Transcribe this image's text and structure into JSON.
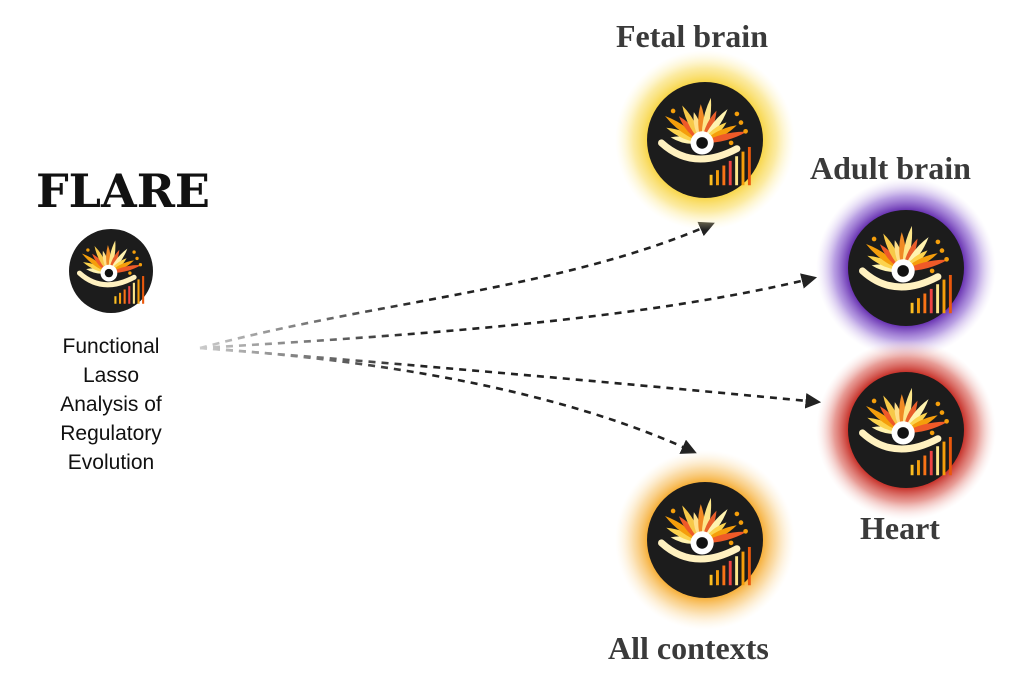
{
  "diagram": {
    "source": {
      "title": "FLARE",
      "subtitle_lines": [
        "Functional",
        "Lasso",
        "Analysis of",
        "Regulatory",
        "Evolution"
      ]
    },
    "targets": [
      {
        "id": "fetal-brain",
        "label": "Fetal brain",
        "glow": "#f7d23a"
      },
      {
        "id": "adult-brain",
        "label": "Adult brain",
        "glow": "#6a2bb8"
      },
      {
        "id": "heart",
        "label": "Heart",
        "glow": "#c8261c"
      },
      {
        "id": "all-contexts",
        "label": "All contexts",
        "glow": "#f5a623"
      }
    ],
    "icon": {
      "name": "flare-logo-icon",
      "background": "#1c1c1c"
    },
    "arrows": [
      {
        "from": "FLARE",
        "to": "Fetal brain",
        "style": "dashed"
      },
      {
        "from": "FLARE",
        "to": "Adult brain",
        "style": "dashed"
      },
      {
        "from": "FLARE",
        "to": "Heart",
        "style": "dashed"
      },
      {
        "from": "FLARE",
        "to": "All contexts",
        "style": "dashed"
      }
    ]
  }
}
